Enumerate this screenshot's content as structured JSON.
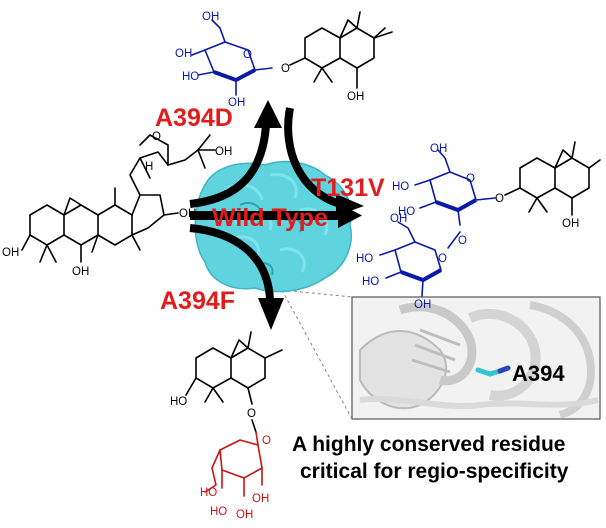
{
  "mutations": [
    "A394D",
    "T131V",
    "A394F"
  ],
  "center_label": "Wild Type",
  "inset": {
    "residue": "A394"
  },
  "labels": {
    "oh": "OH",
    "ho": "HO",
    "o": "O",
    "h": "H"
  },
  "caption": [
    "A highly conserved residue",
    "critical for regio-specificity"
  ],
  "colors": {
    "mutation_text": "#e21c1c",
    "sugar_blue": "#0a1aa8",
    "sugar_red": "#c81414",
    "enzyme": "#5fd3de"
  }
}
